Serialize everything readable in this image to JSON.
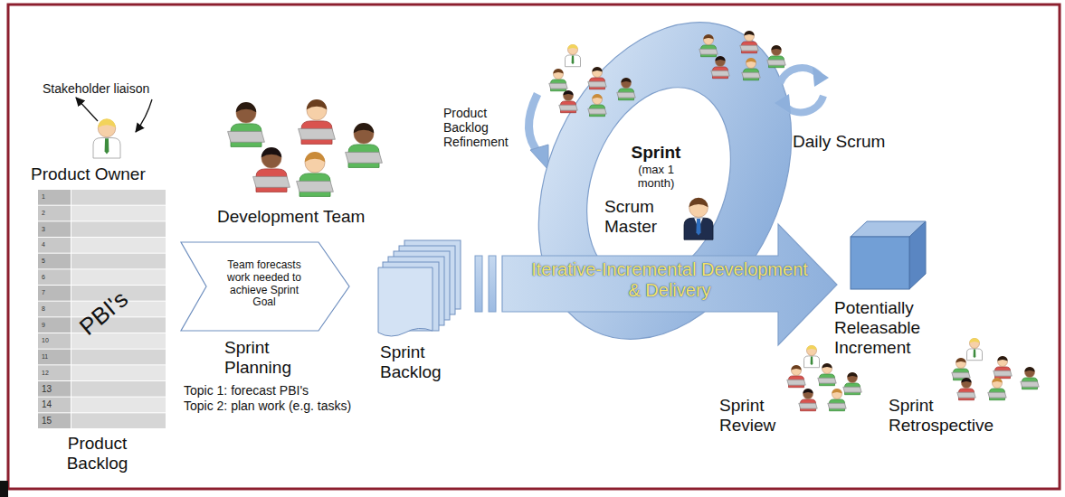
{
  "diagram": {
    "nodes": [
      {
        "text": [
          "PBI's",
          "Product Backlog"
        ]
      },
      {
        "text": [
          "Team forecasts work needed to achieve Sprint Goal",
          "Sprint Planning"
        ]
      },
      {
        "text": [
          "Sprint Backlog"
        ]
      },
      {
        "text": [
          "Sprint",
          "(max 1 month)",
          "Scrum Master"
        ]
      },
      {
        "text": [
          "Iterative-Incremental Development & Delivery"
        ]
      },
      {
        "text": [
          "Potentially Releasable Increment"
        ]
      }
    ],
    "labels": [
      "Stakeholder liaison",
      "Product Owner",
      "1",
      "2",
      "3",
      "4",
      "5",
      "6",
      "7",
      "8",
      "9",
      "10",
      "11",
      "12",
      "13",
      "14",
      "15",
      "Development Team",
      "Topic 1: forecast PBI's",
      "Topic 2: plan work (e.g. tasks)",
      "Product Backlog Refinement",
      "Daily Scrum",
      "Sprint Review",
      "Sprint Retrospective"
    ]
  }
}
